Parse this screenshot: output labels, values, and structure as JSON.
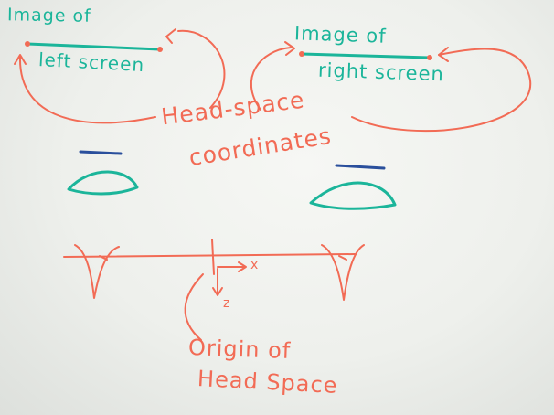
{
  "labels": {
    "left_image": [
      "Image of",
      "left screen"
    ],
    "right_image": [
      "Image of",
      "right screen"
    ],
    "head_space": [
      "Head-space",
      "coordinates"
    ],
    "origin": [
      "Origin of",
      "Head Space"
    ],
    "axis_x": "x",
    "axis_z": "z"
  },
  "colors": {
    "teal_marker": "#1bb59a",
    "red_marker": "#f26b55",
    "blue_marker": "#2a4f9c",
    "board": "#eef0ec"
  }
}
